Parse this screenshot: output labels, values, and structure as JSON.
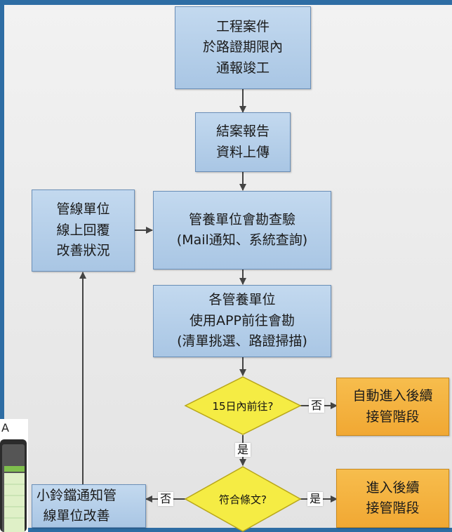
{
  "flow": {
    "step_completion_report": "工程案件\n於路證期限內\n通報竣工",
    "step_upload": "結案報告\n資料上傳",
    "step_inspection": "管養單位會勘查驗\n(Mail通知、系統查詢)",
    "step_app_survey": "各管養單位\n使用APP前往會勘\n(清單挑選、路證掃描)",
    "step_pipeline_reply": "管線單位\n線上回覆\n改善狀況",
    "decision_15_days": "15日內前往?",
    "decision_compliance": "符合條文?",
    "step_auto_takeover": "自動進入後續\n接管階段",
    "step_takeover": "進入後續\n接管階段",
    "step_bell_notify": "小鈴鐺通知管\n線單位改善",
    "label_no_1": "否",
    "label_yes_1": "是",
    "label_yes_2": "是",
    "label_no_2": "否",
    "corner_fragment": "A"
  },
  "colors": {
    "process_box": "#b8d1ea",
    "outcome_box": "#f4b13f",
    "decision": "#f5ec44",
    "background": "#ececec",
    "frame_border": "#2e6da4"
  }
}
